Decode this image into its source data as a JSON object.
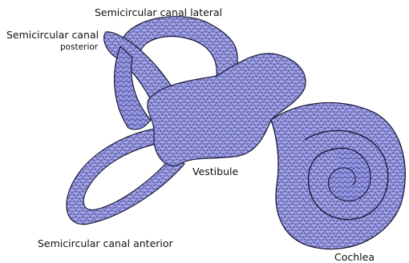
{
  "labels": {
    "lateral": "Semicircular canal lateral",
    "posterior_line1": "Semicircular canal",
    "posterior_line2": "posterior",
    "vestibule": "Vestibule",
    "anterior": "Semicircular canal anterior",
    "cochlea": "Cochlea"
  },
  "colors": {
    "mesh_fill": "#a6a8f6",
    "mesh_fill_dark": "#7a7ce6",
    "mesh_line": "#1b1b3a",
    "text": "#111111",
    "background": "#ffffff"
  }
}
